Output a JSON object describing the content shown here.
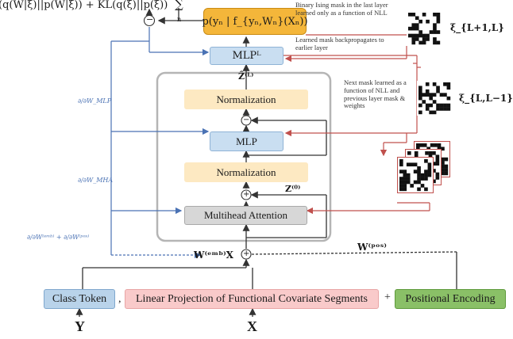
{
  "colors": {
    "normalization_fill": "#fde9c2",
    "mlp_fill": "#c9def1",
    "attention_fill": "#d7d7d7",
    "likelihood_fill": "#f4b63a",
    "class_token_fill": "#b9d3ea",
    "projection_fill": "#f9caca",
    "positional_fill": "#8ac067",
    "mask_arrow_color": "#c0504d",
    "gradient_arrow_color": "#4a72b4"
  },
  "header": {
    "loss_expression": "(q(W|ξ)||p(W|ξ)) + KL(q(ξ)||p(ξ))",
    "sum_symbol": "∑",
    "sum_index": "n",
    "minus_symbol": "−"
  },
  "likelihood_box": {
    "label": "p(yₙ | f_{yₙ,Wₙ}(Xₙ))"
  },
  "mlp_l_box": {
    "label": "MLPᴸ"
  },
  "z_l_label": "Ẑ⁽ᴸ⁾",
  "blocks": {
    "normalization_top": "Normalization",
    "mlp": "MLP",
    "normalization_bottom": "Normalization",
    "attention": "Multihead Attention"
  },
  "z0_label": "Z⁽⁰⁾",
  "operators": {
    "plus": "+",
    "minus": "−"
  },
  "embedding_label": "W⁽ᵉᵐᵇ⁾X",
  "positional_weight_label": "W⁽ᵖᵒˢ⁾",
  "gradient_labels": {
    "mlp": "∂/∂W_MLP",
    "mha": "∂/∂W_MHA",
    "embedding": "∂/∂W⁽ᵉᵐᵇ⁾ + ∂/∂W⁽ᵖᵒˢ⁾"
  },
  "annotations": {
    "binary_mask": "Binary Ising mask in the last layer learned only as a function of NLL",
    "backprop": "Learned mask backpropagates to earlier layer",
    "next_mask": "Next mask learned as a function of NLL and previous layer mask & weights"
  },
  "mask_labels": {
    "last": "ξ_{L+1,L}",
    "previous": "ξ_{L,L−1}"
  },
  "inputs": {
    "class_token": "Class Token",
    "comma": ",",
    "projection": "Linear Projection of Functional Covariate Segments",
    "plus": "+",
    "positional": "Positional Encoding"
  },
  "variables": {
    "y": "Y",
    "x": "X"
  }
}
